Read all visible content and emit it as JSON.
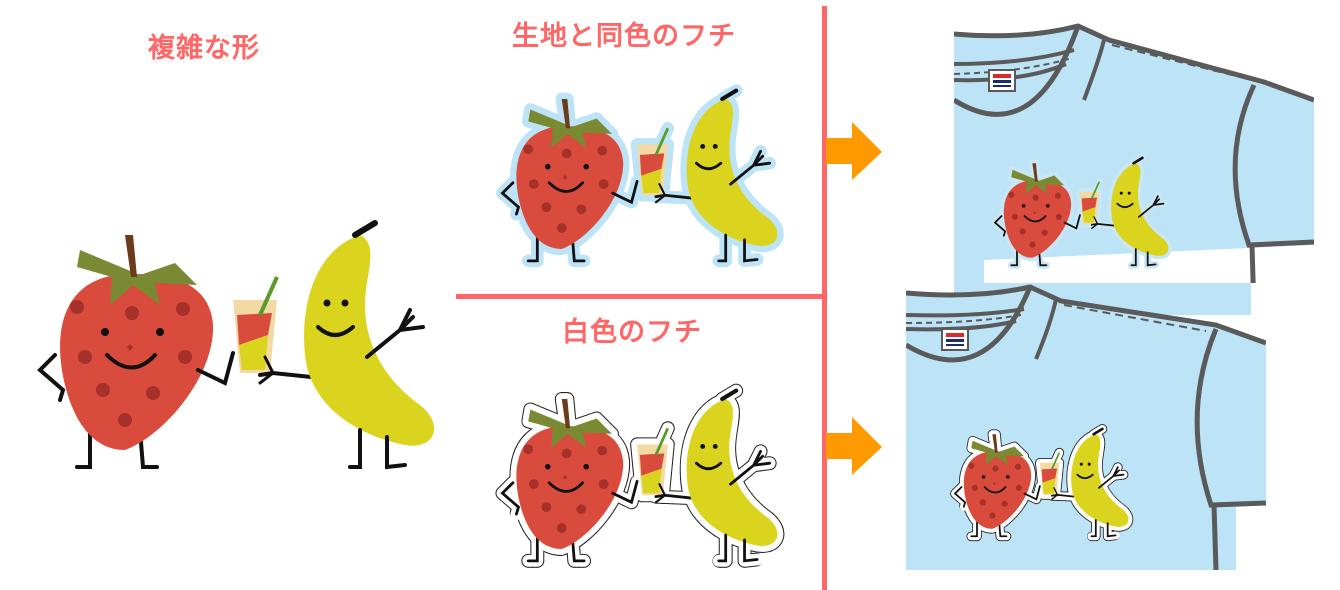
{
  "labels": {
    "complex_shape": "複雑な形",
    "same_color_border": "生地と同色のフチ",
    "white_border": "白色のフチ"
  },
  "colors": {
    "accent_red": "#ff6666",
    "arrow_orange": "#ff9900",
    "shirt_blue": "#bde3f7",
    "shirt_outline": "#5a5a5a",
    "strawberry": "#d94b3d",
    "strawberry_seed": "#a6302a",
    "leaf": "#7a8a32",
    "stem": "#6b3c1b",
    "banana": "#dbd41e",
    "same_color_border": "#bde3f7",
    "white_border": "#ffffff"
  },
  "illustration": {
    "characters": [
      "strawberry",
      "juice-glass",
      "banana"
    ]
  },
  "arrows": [
    {
      "direction": "right",
      "target": "shirt-with-same-color-border"
    },
    {
      "direction": "right",
      "target": "shirt-with-white-border"
    }
  ]
}
